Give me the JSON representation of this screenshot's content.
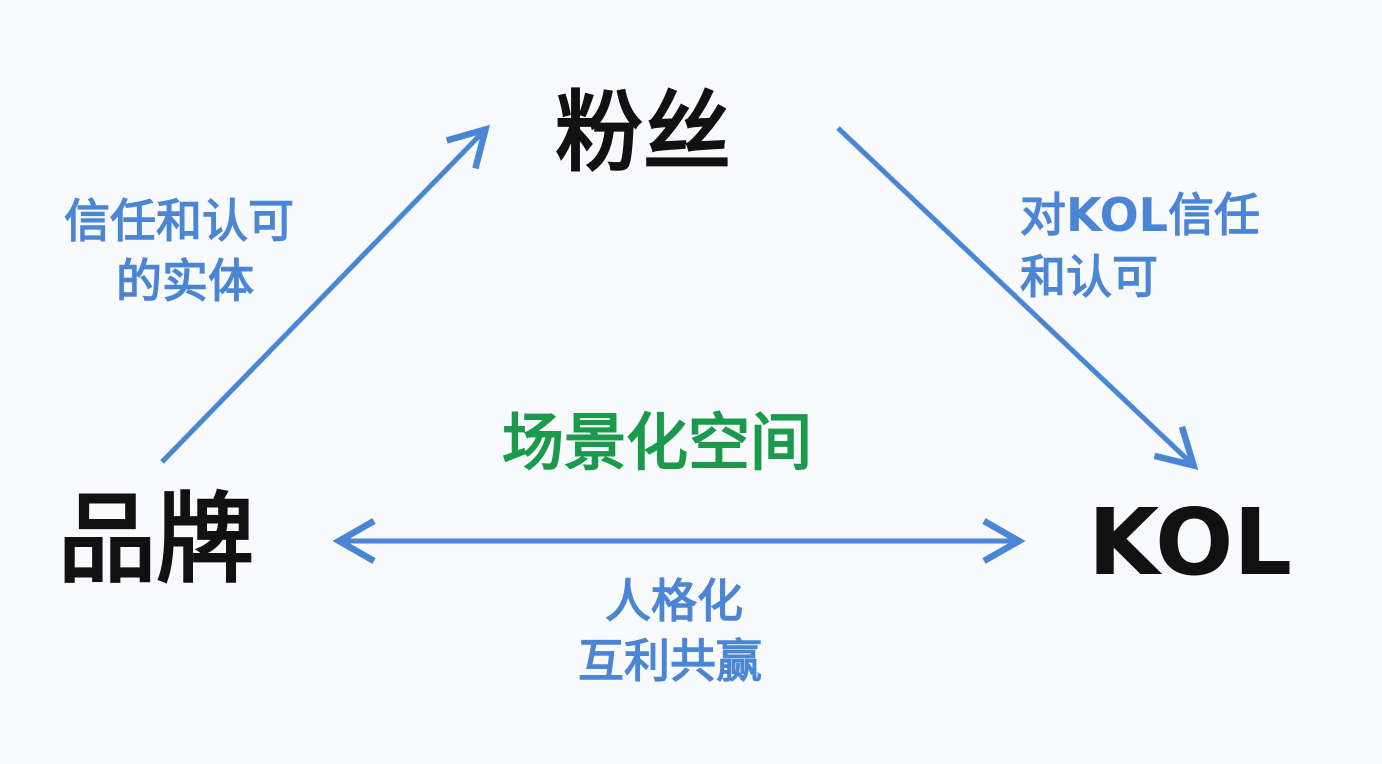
{
  "nodes": {
    "fans": "粉丝",
    "brand": "品牌",
    "kol": "KOL"
  },
  "edges": {
    "brand_to_fans": [
      "信任和认可",
      "的实体"
    ],
    "fans_to_kol": [
      "对KOL信任",
      "和认可"
    ],
    "brand_kol": [
      "人格化",
      "互利共赢"
    ]
  },
  "center_label": "场景化空间",
  "colors": {
    "arrow": "#4a86d4",
    "label": "#4a86d4",
    "center": "#1a9a4a",
    "node": "#111111"
  }
}
